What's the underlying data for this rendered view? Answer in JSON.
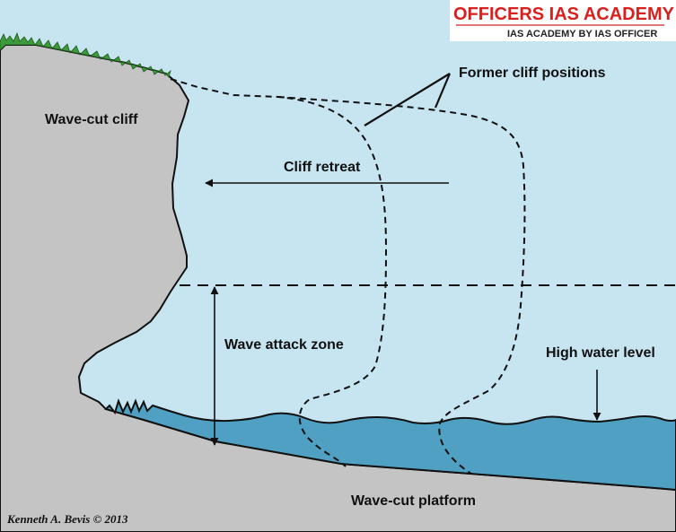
{
  "labels": {
    "wave_cut_cliff": "Wave-cut cliff",
    "former_cliff_positions": "Former cliff positions",
    "cliff_retreat": "Cliff retreat",
    "wave_attack_zone": "Wave attack zone",
    "high_water_level": "High water level",
    "wave_cut_platform": "Wave-cut platform"
  },
  "credit": "Kenneth A. Bevis © 2013",
  "watermark": {
    "title": "OFFICERS IAS ACADEMY",
    "subtitle": "IAS ACADEMY BY IAS OFFICER"
  },
  "colors": {
    "sky": "#c7e4f1",
    "cliff": "#c4c4c4",
    "water": "#4fa0c2",
    "grass": "#3c9a3a",
    "watermark_red": "#d8201f"
  }
}
